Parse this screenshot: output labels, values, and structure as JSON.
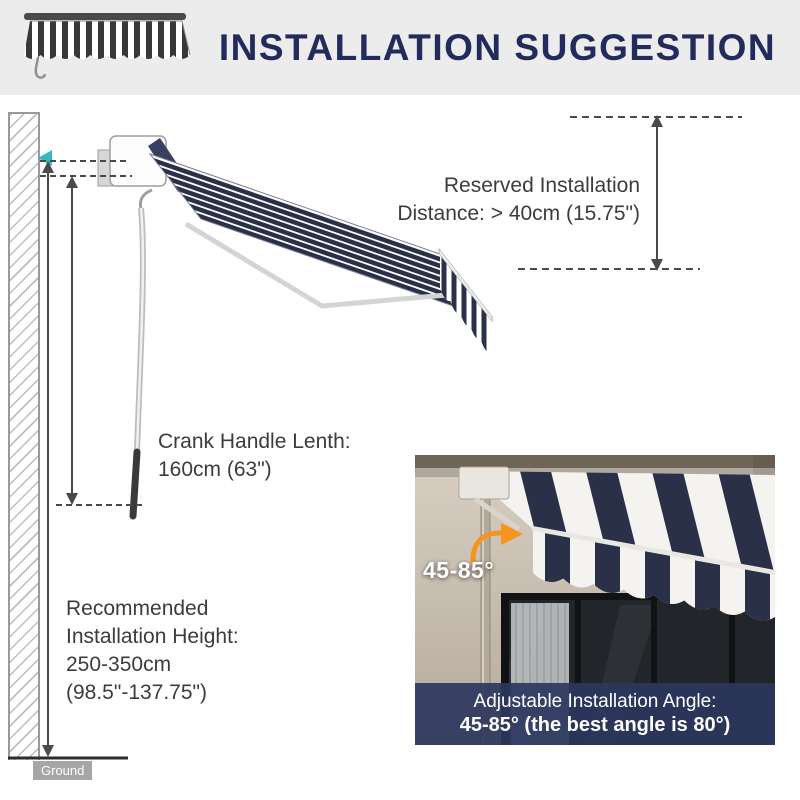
{
  "header": {
    "title": "INSTALLATION SUGGESTION"
  },
  "diagram": {
    "reserved": {
      "line1": "Reserved Installation",
      "line2": "Distance: > 40cm (15.75\")"
    },
    "crank": {
      "line1": "Crank Handle Lenth:",
      "line2": "160cm (63\")"
    },
    "height": {
      "line1": "Recommended",
      "line2": "Installation Height:",
      "line3": "250-350cm",
      "line4": "(98.5\"-137.75\")"
    },
    "ground_label": "Ground"
  },
  "photo": {
    "angle_label": "45-85°",
    "caption_line1": "Adjustable Installation Angle:",
    "caption_line2": "45-85° (the best angle is 80°)"
  },
  "colors": {
    "title_navy": "#232b5c",
    "stripe_navy": "#2b3049",
    "accent_orange": "#f7941d",
    "caption_bg": "#2d3660",
    "marker_teal": "#35b8c2"
  }
}
